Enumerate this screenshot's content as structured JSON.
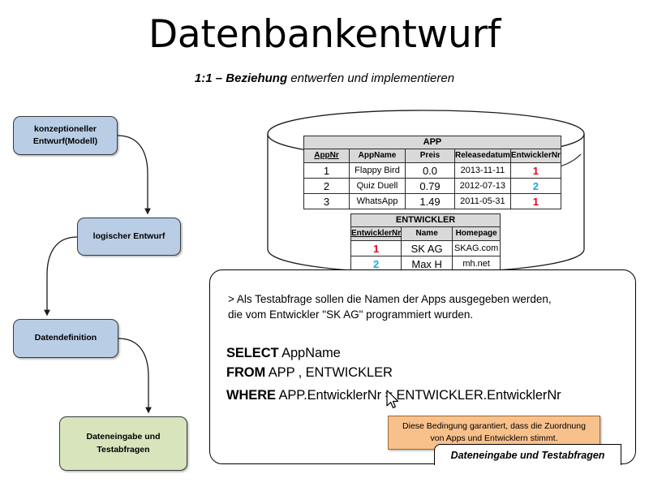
{
  "header": {
    "title": "Datenbankentwurf",
    "subtitle_strong": "1:1 – Beziehung",
    "subtitle_rest": " entwerfen und implementieren"
  },
  "flowchart": {
    "steps": [
      {
        "id": "konzeptioneller-entwurf",
        "label": "konzeptioneller\nEntwurf(Modell)",
        "color": "#b9cde5"
      },
      {
        "id": "logischer-entwurf",
        "label": "logischer Entwurf",
        "color": "#b9cde5"
      },
      {
        "id": "datendefinition",
        "label": "Datendefinition",
        "color": "#b9cde5"
      },
      {
        "id": "dateneingabe",
        "label": "Dateneingabe und\nTestabfragen",
        "color": "#d7e4bc"
      }
    ]
  },
  "database": {
    "tables": [
      {
        "name": "APP",
        "columns": [
          "AppNr",
          "AppName",
          "Preis",
          "Releasedatum",
          "EntwicklerNr"
        ],
        "primary_key": "AppNr",
        "rows": [
          [
            "1",
            "Flappy Bird",
            "0.0",
            "2013-11-11",
            "1"
          ],
          [
            "2",
            "Quiz Duell",
            "0.79",
            "2012-07-13",
            "2"
          ],
          [
            "3",
            "WhatsApp",
            "1.49",
            "2011-05-31",
            "1"
          ]
        ],
        "key_colors": {
          "1": "#e8001c",
          "2": "#1fa8e0"
        }
      },
      {
        "name": "ENTWICKLER",
        "columns": [
          "EntwicklerNr",
          "Name",
          "Homepage"
        ],
        "primary_key": "EntwicklerNr",
        "rows": [
          [
            "1",
            "SK AG",
            "SKAG.com"
          ],
          [
            "2",
            "Max H",
            "mh.net"
          ]
        ],
        "key_colors": {
          "1": "#e8001c",
          "2": "#1fa8e0"
        }
      }
    ]
  },
  "panel": {
    "task_line_1": "> Als Testabfrage sollen die Namen der Apps ausgegeben werden,",
    "task_line_2": "die vom Entwickler \"SK AG\" programmiert wurden.",
    "sql": [
      {
        "keyword": "SELECT",
        "rest": " AppName"
      },
      {
        "keyword": "FROM",
        "rest": " APP , ENTWICKLER"
      },
      {
        "keyword": "WHERE",
        "rest": " APP.EntwicklerNr = ENTWICKLER.EntwicklerNr"
      }
    ],
    "callout_line_1": "Diese Bedingung garantiert, dass die Zuordnung",
    "callout_line_2": "von Apps und Entwicklern stimmt.",
    "callout_color": "#f8c08a",
    "footer_tag": "Dateneingabe und Testabfragen"
  }
}
